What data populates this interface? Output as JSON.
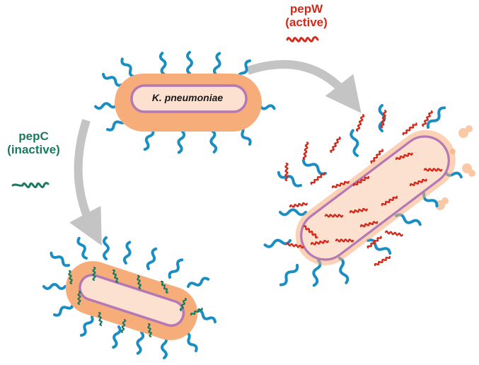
{
  "labels": {
    "pepw_name": "pepW",
    "pepw_state": "(active)",
    "pepc_name": "pepC",
    "pepc_state": "(inactive)",
    "bacterium": "K. pneumoniae"
  },
  "colors": {
    "pepw": "#d42a1c",
    "pepc": "#1a7a60",
    "flagella": "#1a8ec3",
    "cell_body": "#f7ad79",
    "cell_inner": "#fce0d0",
    "membrane": "#b478b4",
    "arrow": "#c4c4c4",
    "debris": "#f9c8a6"
  }
}
